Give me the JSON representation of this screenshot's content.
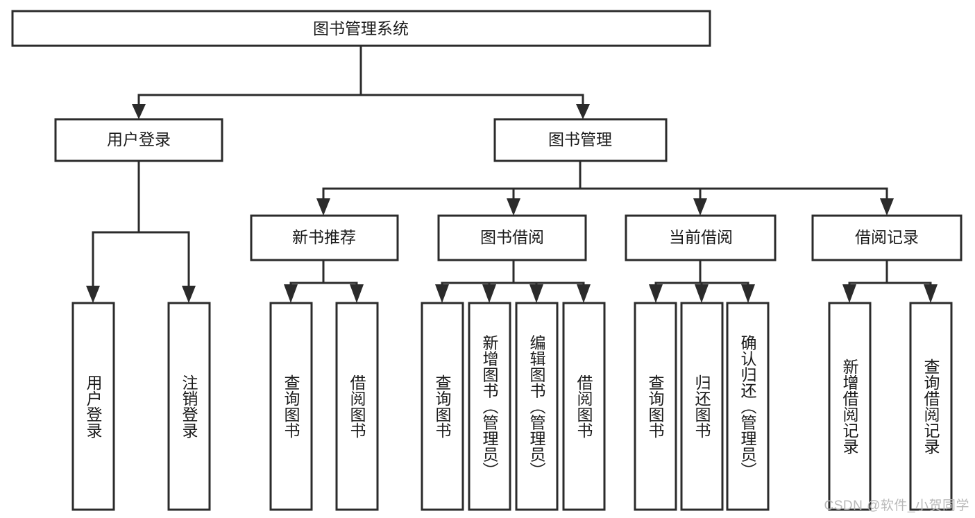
{
  "diagram": {
    "title": "图书管理系统",
    "watermark": "CSDN @软件_小贺同学",
    "colors": {
      "stroke": "#2b2b2b",
      "box_fill": "#ffffff",
      "text": "#1a1a1a",
      "background": "#ffffff",
      "watermark": "#b9b9b9"
    },
    "levels": {
      "root": "图书管理系统",
      "level2": [
        "用户登录",
        "图书管理"
      ],
      "level3": [
        "新书推荐",
        "图书借阅",
        "当前借阅",
        "借阅记录"
      ]
    },
    "nodes": {
      "root": {
        "label": "图书管理系统"
      },
      "user_login": {
        "label": "用户登录"
      },
      "book_manage": {
        "label": "图书管理"
      },
      "new_book_rec": {
        "label": "新书推荐"
      },
      "book_borrow": {
        "label": "图书借阅"
      },
      "current_borrow": {
        "label": "当前借阅"
      },
      "borrow_record": {
        "label": "借阅记录"
      },
      "leaf_user_login": {
        "label": "用户登录"
      },
      "leaf_logout": {
        "label": "注销登录"
      },
      "leaf_query_book_1": {
        "label": "查询图书"
      },
      "leaf_borrow_book_1": {
        "label": "借阅图书"
      },
      "leaf_query_book_2": {
        "label": "查询图书"
      },
      "leaf_add_book": {
        "label": "新增图书（管理员）"
      },
      "leaf_edit_book": {
        "label": "编辑图书（管理员）"
      },
      "leaf_borrow_book_2": {
        "label": "借阅图书"
      },
      "leaf_query_book_3": {
        "label": "查询图书"
      },
      "leaf_return_book": {
        "label": "归还图书"
      },
      "leaf_confirm_return": {
        "label": "确认归还（管理员）"
      },
      "leaf_add_record": {
        "label": "新增借阅记录"
      },
      "leaf_query_record": {
        "label": "查询借阅记录"
      }
    },
    "tree": [
      {
        "key": "root",
        "label": "图书管理系统",
        "children": [
          {
            "key": "user_login",
            "label": "用户登录",
            "children": [
              {
                "key": "leaf_user_login",
                "label": "用户登录"
              },
              {
                "key": "leaf_logout",
                "label": "注销登录"
              }
            ]
          },
          {
            "key": "book_manage",
            "label": "图书管理",
            "children": [
              {
                "key": "new_book_rec",
                "label": "新书推荐",
                "children": [
                  {
                    "key": "leaf_query_book_1",
                    "label": "查询图书"
                  },
                  {
                    "key": "leaf_borrow_book_1",
                    "label": "借阅图书"
                  }
                ]
              },
              {
                "key": "book_borrow",
                "label": "图书借阅",
                "children": [
                  {
                    "key": "leaf_query_book_2",
                    "label": "查询图书"
                  },
                  {
                    "key": "leaf_add_book",
                    "label": "新增图书（管理员）"
                  },
                  {
                    "key": "leaf_edit_book",
                    "label": "编辑图书（管理员）"
                  },
                  {
                    "key": "leaf_borrow_book_2",
                    "label": "借阅图书"
                  }
                ]
              },
              {
                "key": "current_borrow",
                "label": "当前借阅",
                "children": [
                  {
                    "key": "leaf_query_book_3",
                    "label": "查询图书"
                  },
                  {
                    "key": "leaf_return_book",
                    "label": "归还图书"
                  },
                  {
                    "key": "leaf_confirm_return",
                    "label": "确认归还（管理员）"
                  }
                ]
              },
              {
                "key": "borrow_record",
                "label": "借阅记录",
                "children": [
                  {
                    "key": "leaf_add_record",
                    "label": "新增借阅记录"
                  },
                  {
                    "key": "leaf_query_record",
                    "label": "查询借阅记录"
                  }
                ]
              }
            ]
          }
        ]
      }
    ]
  }
}
